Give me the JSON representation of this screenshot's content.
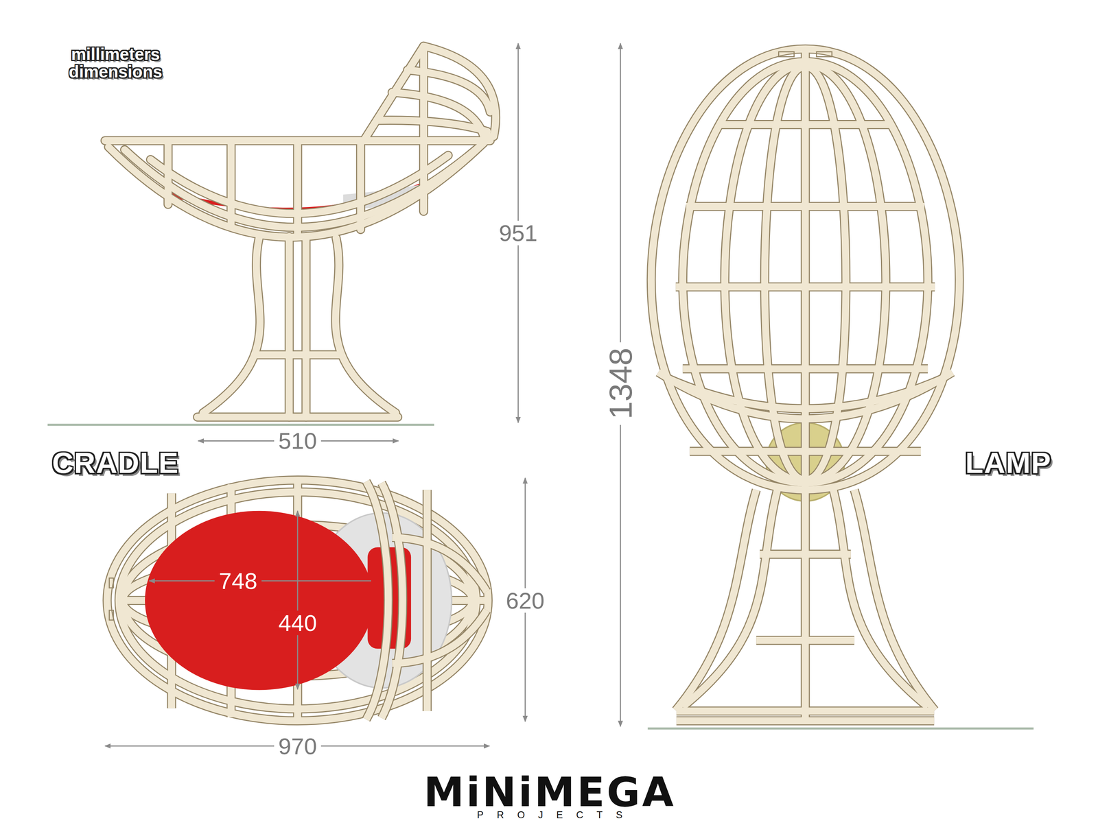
{
  "diagram": {
    "labels": [
      "millimeters dimensions",
      "951",
      "510",
      "CRADLE",
      "748",
      "440",
      "620",
      "970",
      "1348",
      "LAMP",
      "MiNiMEGA",
      "PROJECTS"
    ]
  }
}
